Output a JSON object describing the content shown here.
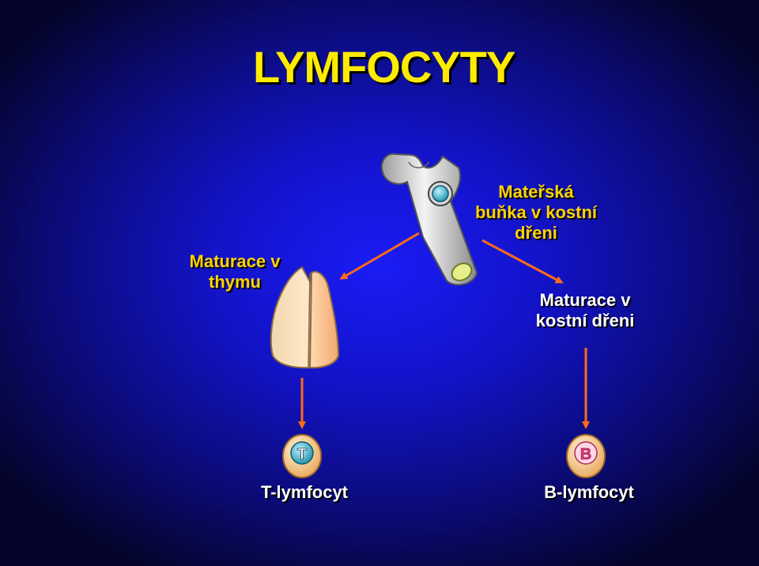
{
  "title": "LYMFOCYTY",
  "labels": {
    "thymus_line1": "Maturace v",
    "thymus_line2": "thymu",
    "mother_line1": "Mateřská",
    "mother_line2": "buňka v kostní",
    "mother_line3": "dřeni",
    "marrow_line1": "Maturace v",
    "marrow_line2": "kostní dřeni",
    "t_cell": "T-lymfocyt",
    "b_cell": "B-lymfocyt"
  },
  "cell_letters": {
    "t": "T",
    "b": "B"
  },
  "colors": {
    "title": "#ffeb00",
    "label_yellow": "#ffd300",
    "label_white": "#ffffff",
    "arrow": "#ff6a1a",
    "background": "#1a1cf5"
  }
}
